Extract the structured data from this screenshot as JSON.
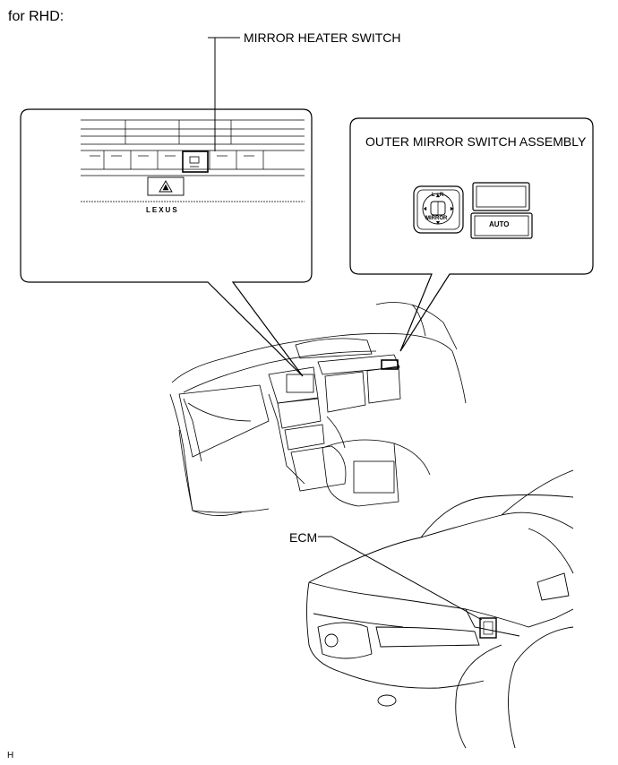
{
  "heading": "for RHD:",
  "callouts": {
    "mirror_heater_switch": "MIRROR HEATER SWITCH",
    "outer_mirror_switch_assembly": "OUTER MIRROR SWITCH ASSEMBLY",
    "ecm": "ECM"
  },
  "switch_markings": {
    "lr": "L - R",
    "mirror": "MIRROR",
    "auto": "AUTO"
  },
  "panel_badge": "LEXUS",
  "figure_code": "H"
}
